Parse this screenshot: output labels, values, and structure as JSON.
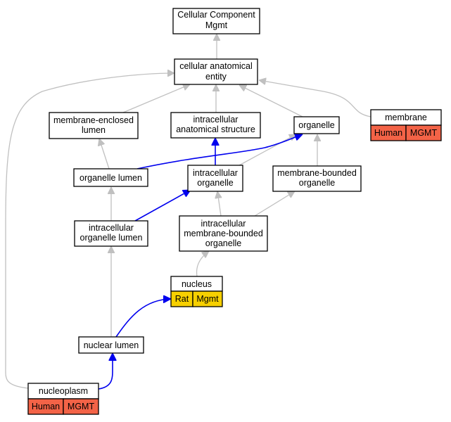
{
  "nodes": {
    "root": {
      "lines": [
        "Cellular Component",
        "Mgmt"
      ]
    },
    "cae": {
      "lines": [
        "cellular anatomical",
        "entity"
      ]
    },
    "mel": {
      "lines": [
        "membrane-enclosed",
        "lumen"
      ]
    },
    "ias": {
      "lines": [
        "intracellular",
        "anatomical structure"
      ]
    },
    "org": {
      "lines": [
        "organelle"
      ]
    },
    "membrane": {
      "lines": [
        "membrane"
      ],
      "species": "Human",
      "gene": "MGMT"
    },
    "ol": {
      "lines": [
        "organelle lumen"
      ]
    },
    "io": {
      "lines": [
        "intracellular",
        "organelle"
      ]
    },
    "mbo": {
      "lines": [
        "membrane-bounded",
        "organelle"
      ]
    },
    "iol": {
      "lines": [
        "intracellular",
        "organelle lumen"
      ]
    },
    "imbo": {
      "lines": [
        "intracellular",
        "membrane-bounded",
        "organelle"
      ]
    },
    "nucleus": {
      "lines": [
        "nucleus"
      ],
      "species": "Rat",
      "gene": "Mgmt"
    },
    "nl": {
      "lines": [
        "nuclear lumen"
      ]
    },
    "np": {
      "lines": [
        "nucleoplasm"
      ],
      "species": "Human",
      "gene": "MGMT"
    }
  },
  "colors": {
    "gray_edge": "#c0c0c0",
    "blue_edge": "#0000ee",
    "human_cell": "#f36347",
    "rat_cell": "#f7d000"
  }
}
